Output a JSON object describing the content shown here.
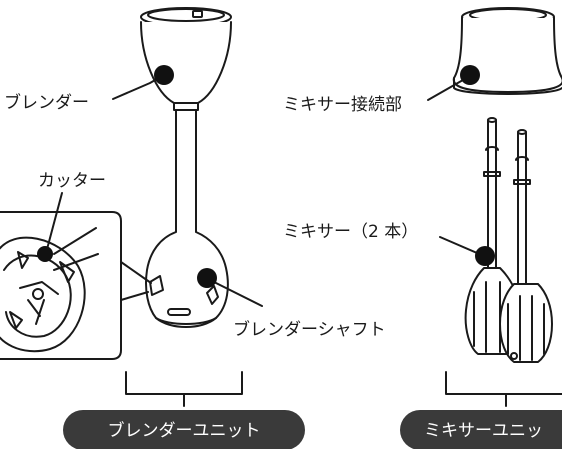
{
  "labels": {
    "blender": "ブレンダー",
    "cutter": "カッター",
    "blender_shaft": "ブレンダーシャフト",
    "mixer_connector": "ミキサー接続部",
    "mixer_two": "ミキサー（2 本）"
  },
  "units": {
    "blender_unit": "ブレンダーユニット",
    "mixer_unit": "ミキサーユニッ"
  },
  "colors": {
    "line": "#1a1a1a",
    "pill": "#3a3a3a",
    "pill_text": "#ffffff"
  }
}
